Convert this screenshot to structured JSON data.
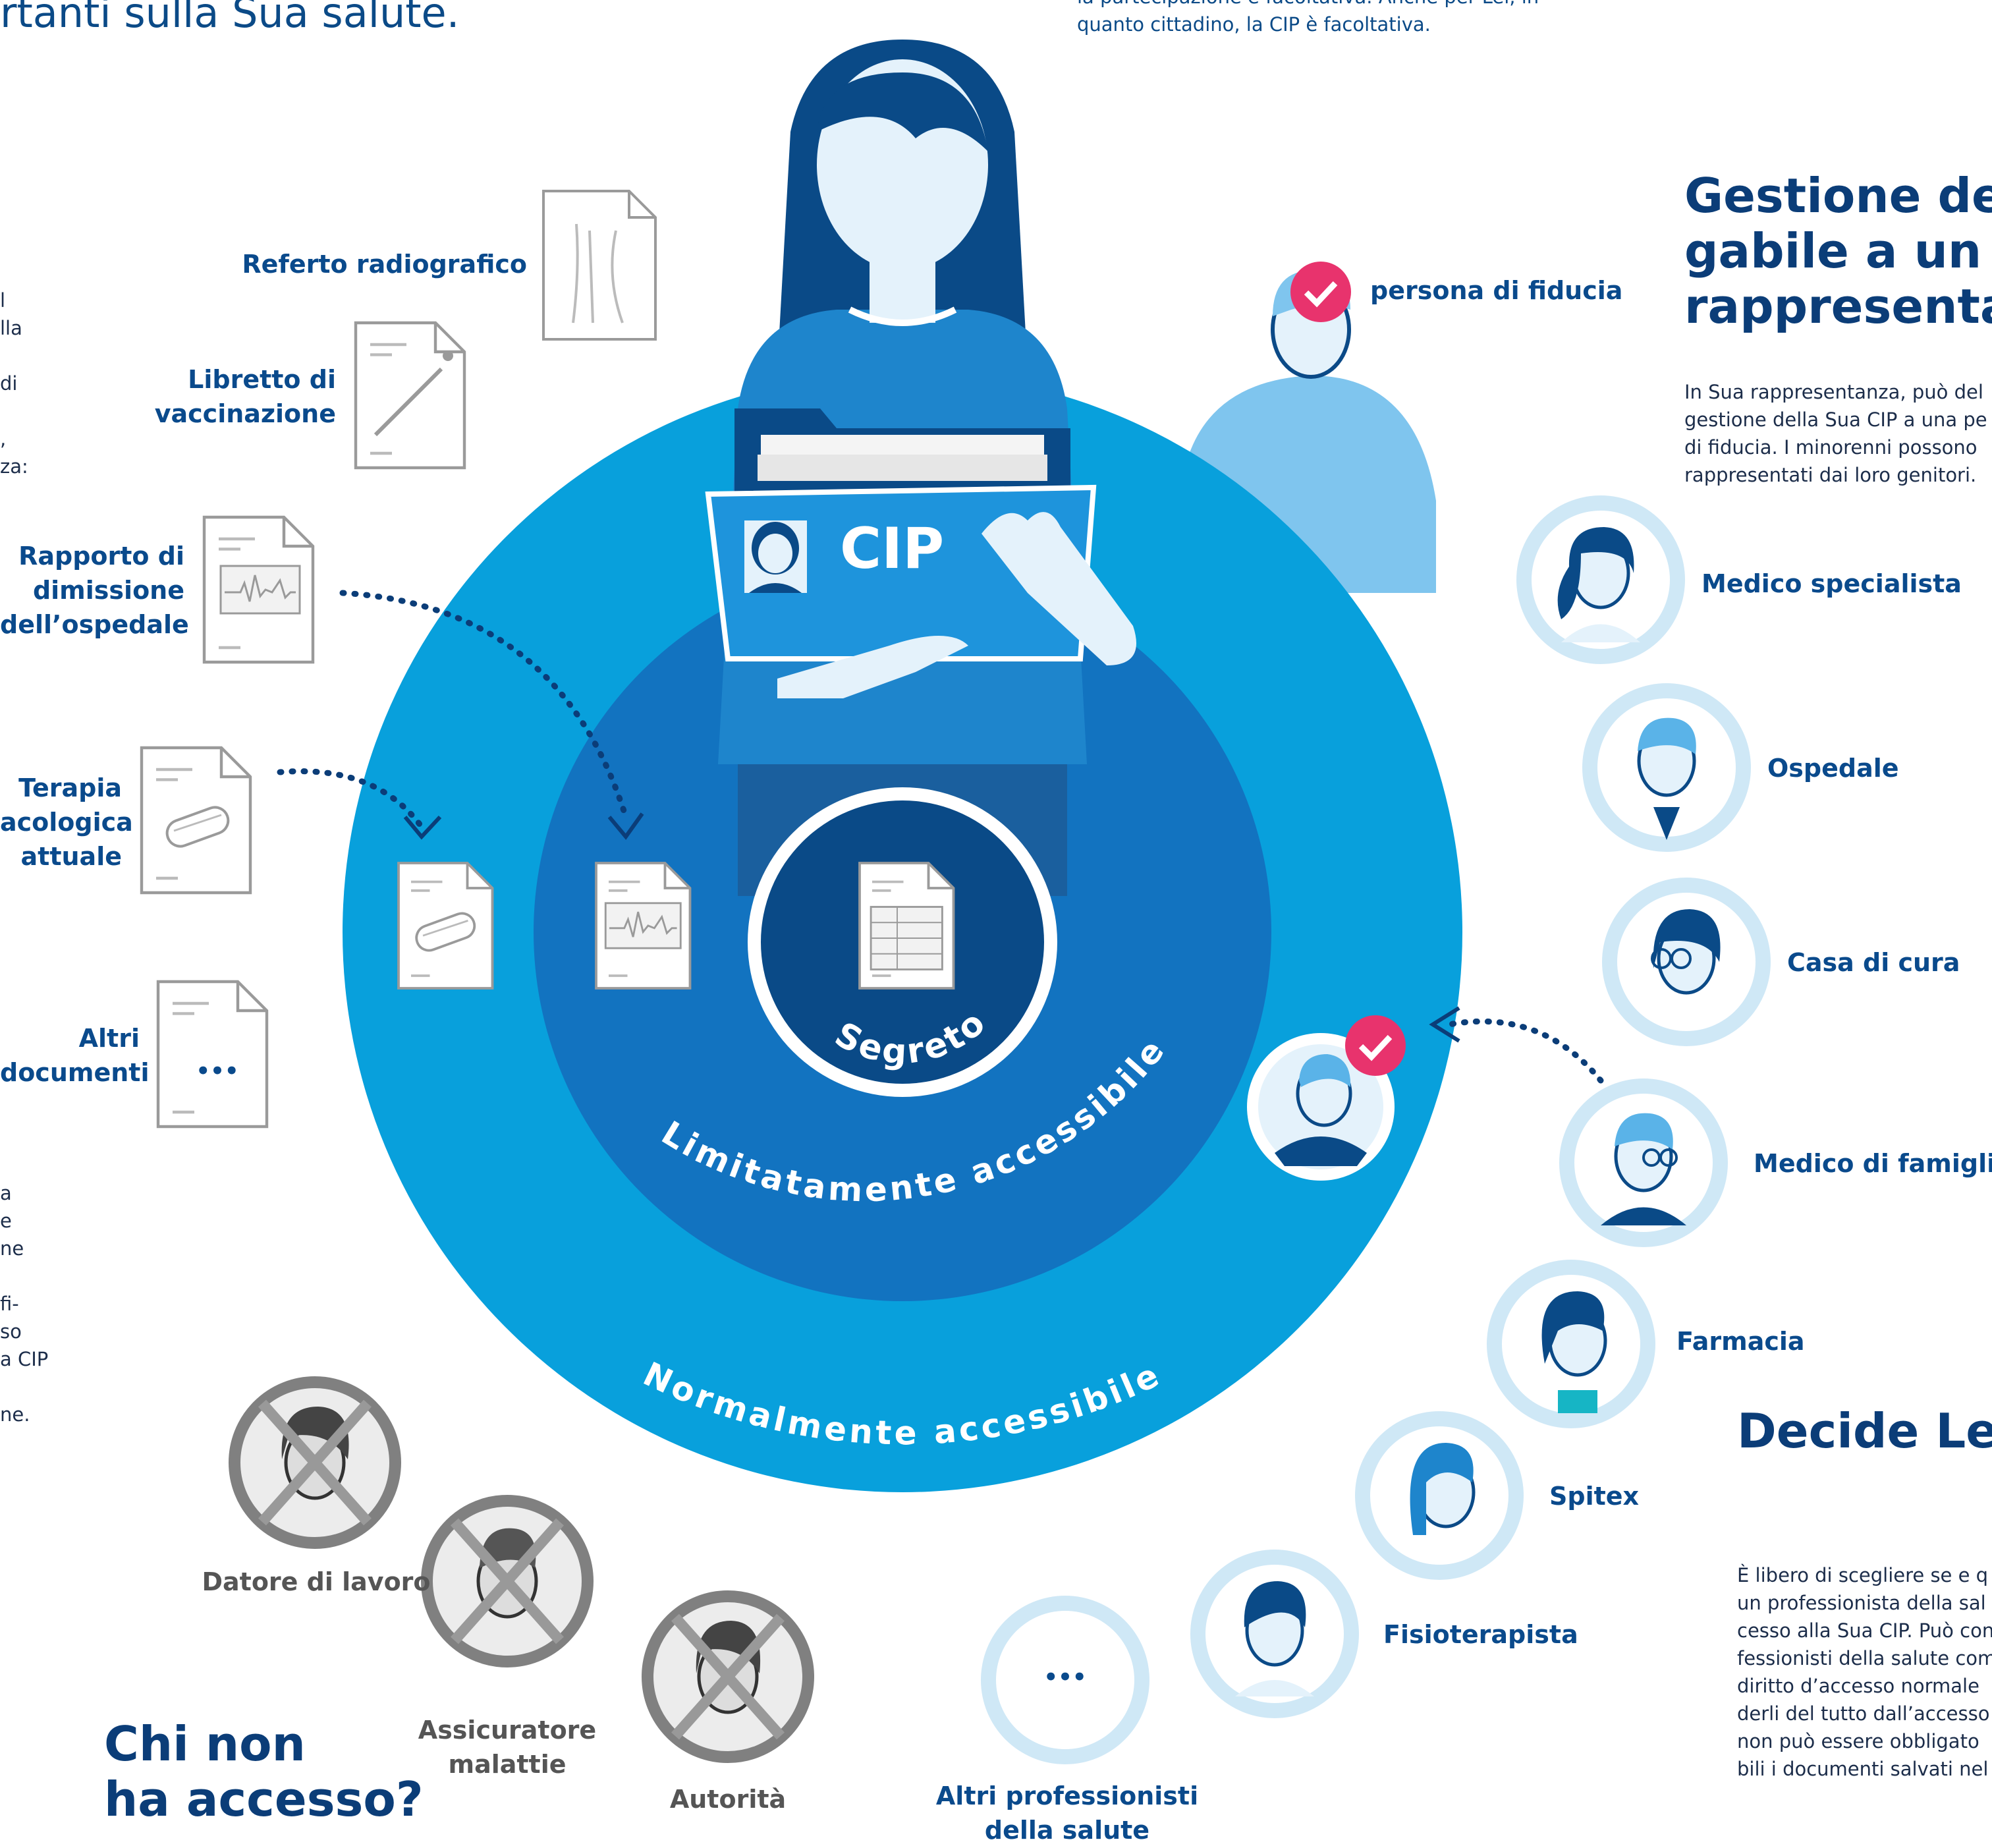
{
  "header": {
    "title_fragment": "rtanti sulla Sua salute.",
    "intro_fragment": "la partecipazione è facoltativa. Anche per Lei, in\nquanto cittadino, la CIP è facoltativa."
  },
  "center": {
    "folder_label": "CIP",
    "zone_secret": "Segreto",
    "zone_limited": "Limitatamente accessibile",
    "zone_normal": "Normalmente accessibile"
  },
  "documents": [
    {
      "label": "Referto radiografico"
    },
    {
      "label": "Libretto di\nvaccinazione"
    },
    {
      "label": "Rapporto di\ndimissione\ndell’ospedale"
    },
    {
      "label": "Terapia\nacologica\nattuale"
    },
    {
      "label": "Altri\ndocumenti"
    }
  ],
  "left_text_fragments": {
    "top": "l\nlla\n\ndi\n\n,\nza:",
    "bottom": "a\ne\nne\n\nfi-\nso\na CIP\n\nne."
  },
  "trusted_person": {
    "label": "persona di fiducia"
  },
  "delegation": {
    "heading": "Gestione dele\ngabile a un\nrappresentant",
    "body": "In Sua rappresentanza, può del\ngestione della Sua CIP a una pe\ndi fiducia. I minorenni possono\nrappresentati dai loro genitori."
  },
  "professionals": [
    {
      "label": "Medico specialista"
    },
    {
      "label": "Ospedale"
    },
    {
      "label": "Casa di cura"
    },
    {
      "label": "Medico di famiglia"
    },
    {
      "label": "Farmacia"
    },
    {
      "label": "Spitex"
    },
    {
      "label": "Fisioterapista"
    },
    {
      "label": "Altri professionisti\ndella salute"
    }
  ],
  "decide": {
    "heading": "Decide Lei.",
    "body": "È libero di scegliere se e q\nun professionista della sal\ncesso alla Sua CIP. Può con\nfessionisti della salute com\ndiritto d’accesso normale\nderli del tutto dall’accesso\nnon può essere obbligato\nbili i documenti salvati nel"
  },
  "no_access": {
    "heading": "Chi non\nha accesso?",
    "items": [
      {
        "label": "Datore di lavoro"
      },
      {
        "label": "Assicuratore\nmalattie"
      },
      {
        "label": "Autorità"
      }
    ]
  },
  "ellipsis": "•••",
  "colors": {
    "navy": "#0b4a87",
    "outer_circle": "#08a0dc",
    "mid_circle": "#1273c0",
    "inner_circle": "#0a4a87",
    "light_circle": "#cfe8f6",
    "check": "#e8336d",
    "grey": "#808080"
  }
}
